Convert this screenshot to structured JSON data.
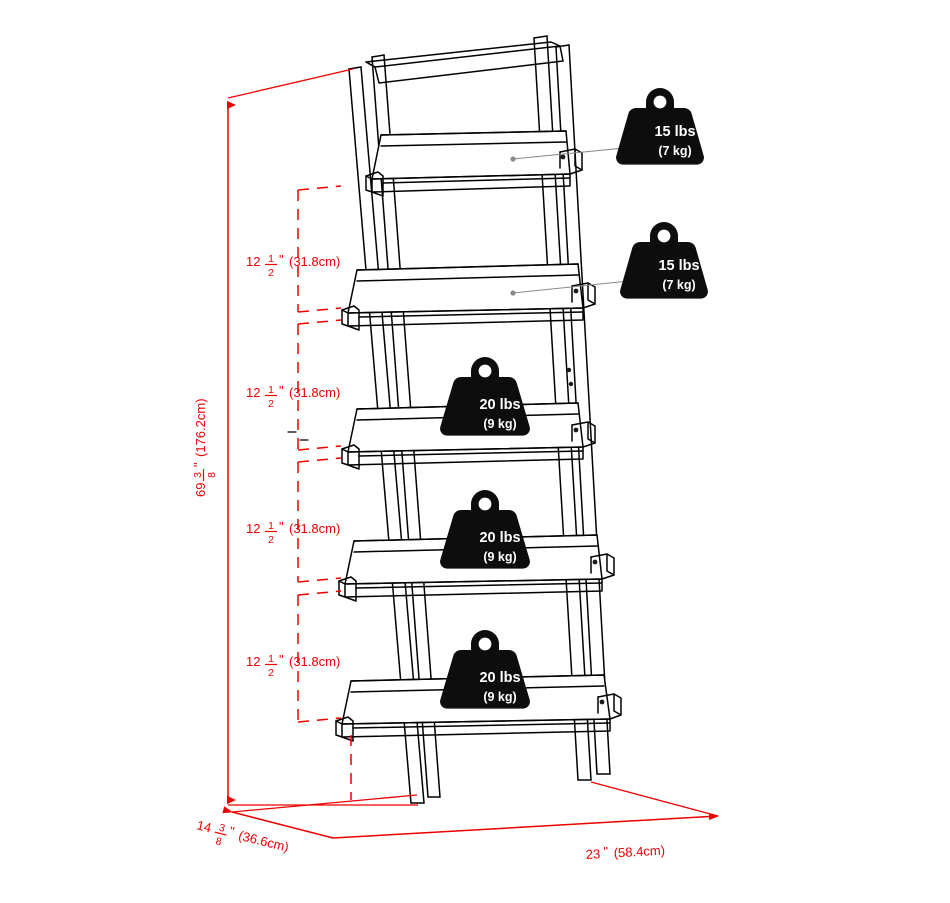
{
  "diagram": {
    "title": "Ladder Shelf Dimension and Weight Capacity Diagram",
    "colors": {
      "dimension_red": "#ee0000",
      "outline_black": "#000000",
      "weight_badge_fill": "#0d0d0d",
      "badge_text": "#ffffff",
      "leader_line": "#8a8a8a",
      "background": "#ffffff"
    }
  },
  "dimensions": {
    "height": {
      "imperial_whole": "69",
      "imperial_frac_num": "3",
      "imperial_frac_den": "8",
      "imperial_unit": "\"",
      "metric": "(176.2cm)",
      "full": "69 3/8\" (176.2cm)"
    },
    "depth": {
      "imperial_whole": "14",
      "imperial_frac_num": "3",
      "imperial_frac_den": "8",
      "imperial_unit": "\"",
      "metric": "(36.6cm)",
      "full": "14 3/8\" (36.6cm)"
    },
    "width": {
      "imperial_whole": "23",
      "imperial_unit": "\"",
      "metric": "(58.4cm)",
      "full": "23\" (58.4cm)"
    },
    "shelf_gaps": [
      {
        "id": "gap-1",
        "imperial_whole": "12",
        "imperial_frac_num": "1",
        "imperial_frac_den": "2",
        "imperial_unit": "\"",
        "metric": "(31.8cm)",
        "full": "12 1/2\" (31.8cm)"
      },
      {
        "id": "gap-2",
        "imperial_whole": "12",
        "imperial_frac_num": "1",
        "imperial_frac_den": "2",
        "imperial_unit": "\"",
        "metric": "(31.8cm)",
        "full": "12 1/2\" (31.8cm)"
      },
      {
        "id": "gap-3",
        "imperial_whole": "12",
        "imperial_frac_num": "1",
        "imperial_frac_den": "2",
        "imperial_unit": "\"",
        "metric": "(31.8cm)",
        "full": "12 1/2\" (31.8cm)"
      },
      {
        "id": "gap-4",
        "imperial_whole": "12",
        "imperial_frac_num": "1",
        "imperial_frac_den": "2",
        "imperial_unit": "\"",
        "metric": "(31.8cm)",
        "full": "12 1/2\" (31.8cm)"
      }
    ]
  },
  "weight_capacities": [
    {
      "id": "shelf-1-top",
      "lbs": "15 lbs",
      "kg": "(7 kg)"
    },
    {
      "id": "shelf-2",
      "lbs": "15 lbs",
      "kg": "(7 kg)"
    },
    {
      "id": "shelf-3",
      "lbs": "20 lbs",
      "kg": "(9 kg)"
    },
    {
      "id": "shelf-4",
      "lbs": "20 lbs",
      "kg": "(9 kg)"
    },
    {
      "id": "shelf-5-bottom",
      "lbs": "20 lbs",
      "kg": "(9 kg)"
    }
  ]
}
